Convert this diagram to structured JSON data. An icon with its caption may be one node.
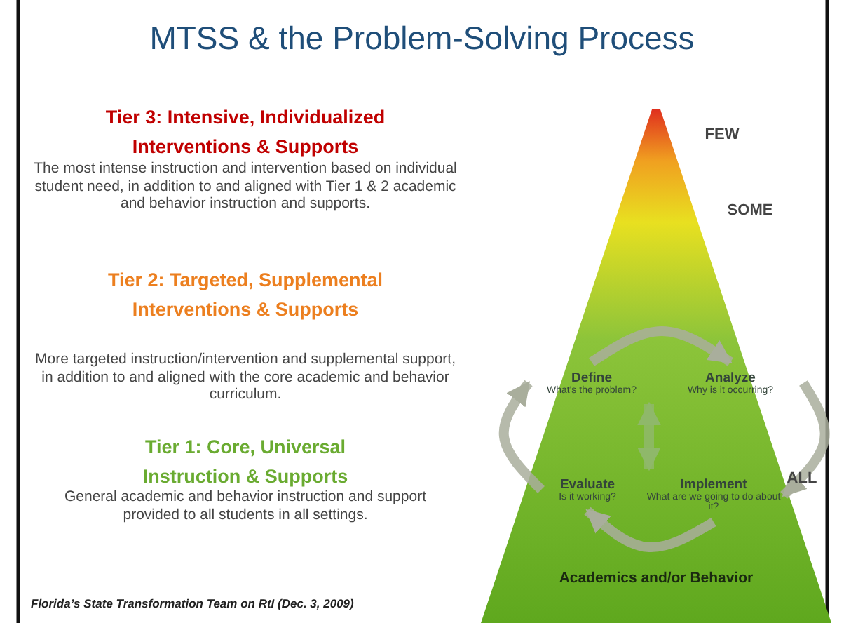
{
  "diagram": {
    "title": "MTSS & the Problem-Solving Process",
    "nodes": [
      {
        "text": [
          "Academics and/or Behavior"
        ]
      },
      {
        "text": [
          "Define",
          "What's the problem?"
        ],
        "in": 0
      },
      {
        "text": [
          "Analyze",
          "Why is it occurring?"
        ],
        "in": 0
      },
      {
        "text": [
          "Implement",
          "What are we going to do about it?"
        ],
        "in": 0
      },
      {
        "text": [
          "Evaluate",
          "Is it working?"
        ],
        "in": 0
      }
    ],
    "edges": [
      {
        "from": 1,
        "to": 2,
        "arrow": "to"
      },
      {
        "from": 2,
        "to": 3,
        "arrow": "to"
      },
      {
        "from": 3,
        "to": 4,
        "arrow": "to"
      },
      {
        "from": 4,
        "to": 1,
        "arrow": "to"
      },
      {
        "from": 1,
        "to": 3,
        "arrow": "both",
        "color": "#8fb86a"
      }
    ],
    "labels": [
      "Tier 3: Intensive, Individualized Interventions & Supports",
      "The most intense instruction and intervention based on individual student need, in addition to and aligned with Tier 1 & 2 academic and behavior instruction and supports.",
      "FEW",
      "SOME",
      "Tier 2: Targeted, Supplemental Interventions & Supports",
      "More targeted instruction/intervention and supplemental support, in addition to and aligned with the core academic and behavior curriculum.",
      "Tier 1: Core, Universal Instruction & Supports",
      "General academic and behavior instruction and support provided to all students in all settings.",
      "ALL",
      "Florida’s State Transformation Team on RtI (Dec. 3, 2009)"
    ]
  }
}
